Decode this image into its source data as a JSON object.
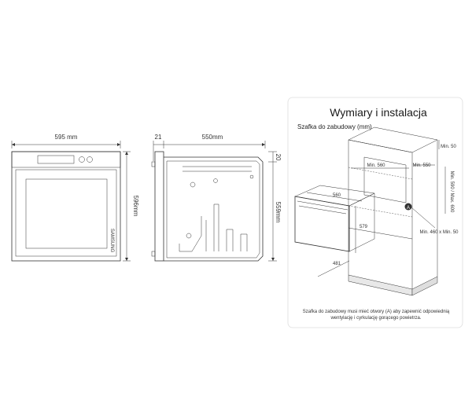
{
  "front_view": {
    "width_label": "595 mm",
    "height_label": "596mm",
    "brand": "SAMSUNG"
  },
  "side_view": {
    "offset_label": "21",
    "depth_label": "550mm",
    "top_label": "20",
    "height_label": "559mm"
  },
  "install_panel": {
    "title": "Wymiary i instalacja",
    "subtitle": "Szafka do zabudowy (mm)",
    "labels": {
      "min50": "Min. 50",
      "min560": "Min. 560",
      "min550": "Min. 550",
      "min590max600": "Min. 590 / Max. 600",
      "oven_width": "560",
      "oven_height": "579",
      "oven_depth": "481",
      "marker": "A",
      "opening": "Min. 460 x Min. 50"
    },
    "note_line1": "Szafka do zabudowy musi mieć otwory (A) aby zapewnić odpowiednią",
    "note_line2": "wentylację i cyrkulację gorącego powietrza."
  },
  "colors": {
    "panel_bg": "#ffffff",
    "page_bg": "#ffffff",
    "line": "#333333",
    "cabinet_base": "#e8e8e8"
  }
}
